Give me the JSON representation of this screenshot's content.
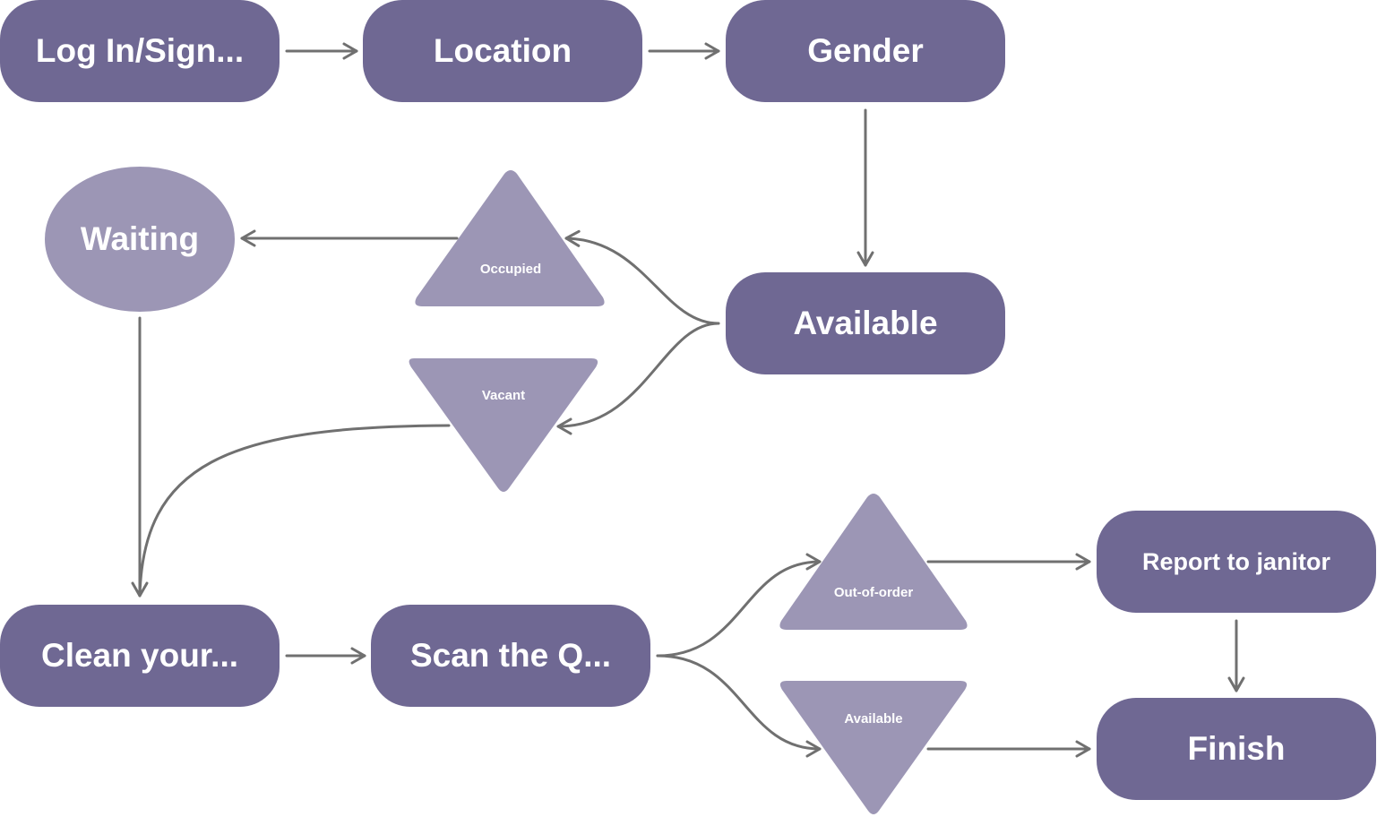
{
  "diagram": {
    "type": "flowchart",
    "colors": {
      "process_fill": "#6f6893",
      "decision_fill": "#9c96b5",
      "text": "#ffffff",
      "connector": "#707070"
    },
    "nodes": {
      "login": {
        "label": "Log In/Sign...",
        "shape": "rounded-rect"
      },
      "location": {
        "label": "Location",
        "shape": "rounded-rect"
      },
      "gender": {
        "label": "Gender",
        "shape": "rounded-rect"
      },
      "available": {
        "label": "Available",
        "shape": "rounded-rect"
      },
      "occupied": {
        "label": "Occupied",
        "shape": "triangle-up"
      },
      "vacant": {
        "label": "Vacant",
        "shape": "triangle-down"
      },
      "waiting": {
        "label": "Waiting",
        "shape": "ellipse"
      },
      "clean": {
        "label": "Clean your...",
        "shape": "rounded-rect"
      },
      "scan": {
        "label": "Scan the Q...",
        "shape": "rounded-rect"
      },
      "out_of_order": {
        "label": "Out-of-order",
        "shape": "triangle-up"
      },
      "available_check": {
        "label": "Available",
        "shape": "triangle-down"
      },
      "report": {
        "label": "Report to janitor",
        "shape": "rounded-rect"
      },
      "finish": {
        "label": "Finish",
        "shape": "rounded-rect"
      }
    },
    "edges": [
      {
        "from": "login",
        "to": "location"
      },
      {
        "from": "location",
        "to": "gender"
      },
      {
        "from": "gender",
        "to": "available"
      },
      {
        "from": "available",
        "to": "occupied"
      },
      {
        "from": "available",
        "to": "vacant"
      },
      {
        "from": "occupied",
        "to": "waiting"
      },
      {
        "from": "waiting",
        "to": "clean"
      },
      {
        "from": "vacant",
        "to": "clean"
      },
      {
        "from": "clean",
        "to": "scan"
      },
      {
        "from": "scan",
        "to": "out_of_order"
      },
      {
        "from": "scan",
        "to": "available_check"
      },
      {
        "from": "out_of_order",
        "to": "report"
      },
      {
        "from": "available_check",
        "to": "finish"
      },
      {
        "from": "report",
        "to": "finish"
      }
    ]
  }
}
